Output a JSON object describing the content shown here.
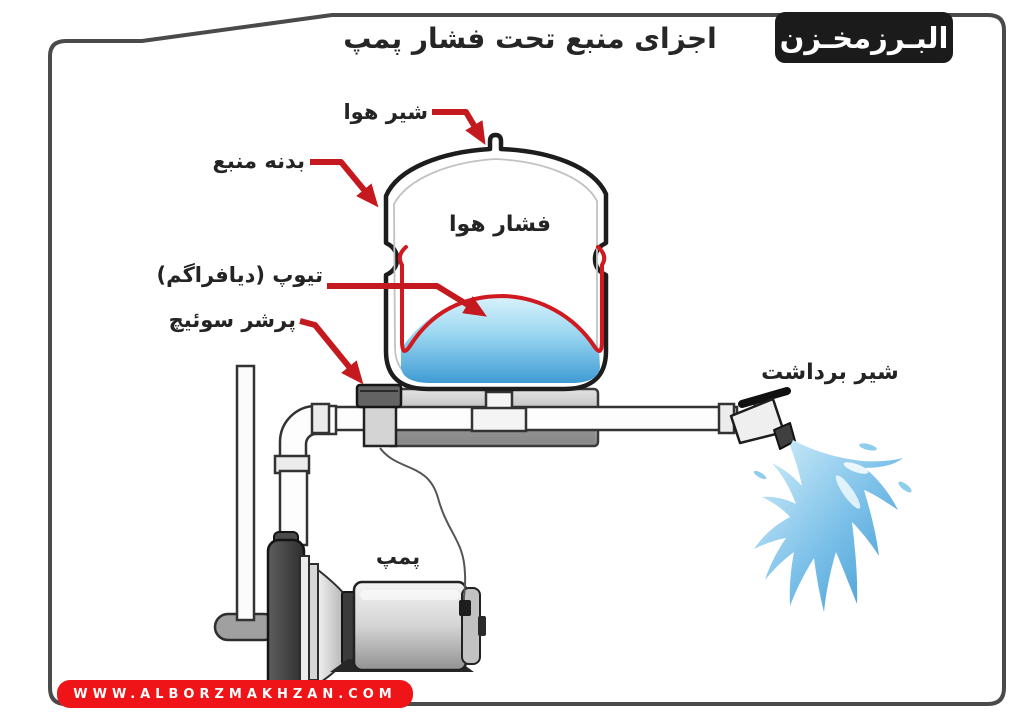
{
  "page": {
    "title": "اجزای منبع تحت فشار پمپ"
  },
  "brand": {
    "logo_text": "البـرزمخـزن",
    "website_text": "WWW.ALBORZMAKHZAN.COM"
  },
  "labels": {
    "air_valve": "شیر هوا",
    "tank_body": "بدنه منبع",
    "air_pressure": "فشار هوا",
    "diaphragm_tube": "تیوپ (دیافراگم)",
    "pressure_switch": "پرشر سوئیچ",
    "outlet_valve": "شیر برداشت",
    "pump": "پمپ"
  },
  "colors": {
    "arrow_red": "#c41a1f",
    "diaphragm_red": "#d11920",
    "water_blue": "#4aa3da",
    "website_bar_red": "#ee1417",
    "frame_gray": "#4a4a4a",
    "logo_black": "#1b1b1b"
  }
}
